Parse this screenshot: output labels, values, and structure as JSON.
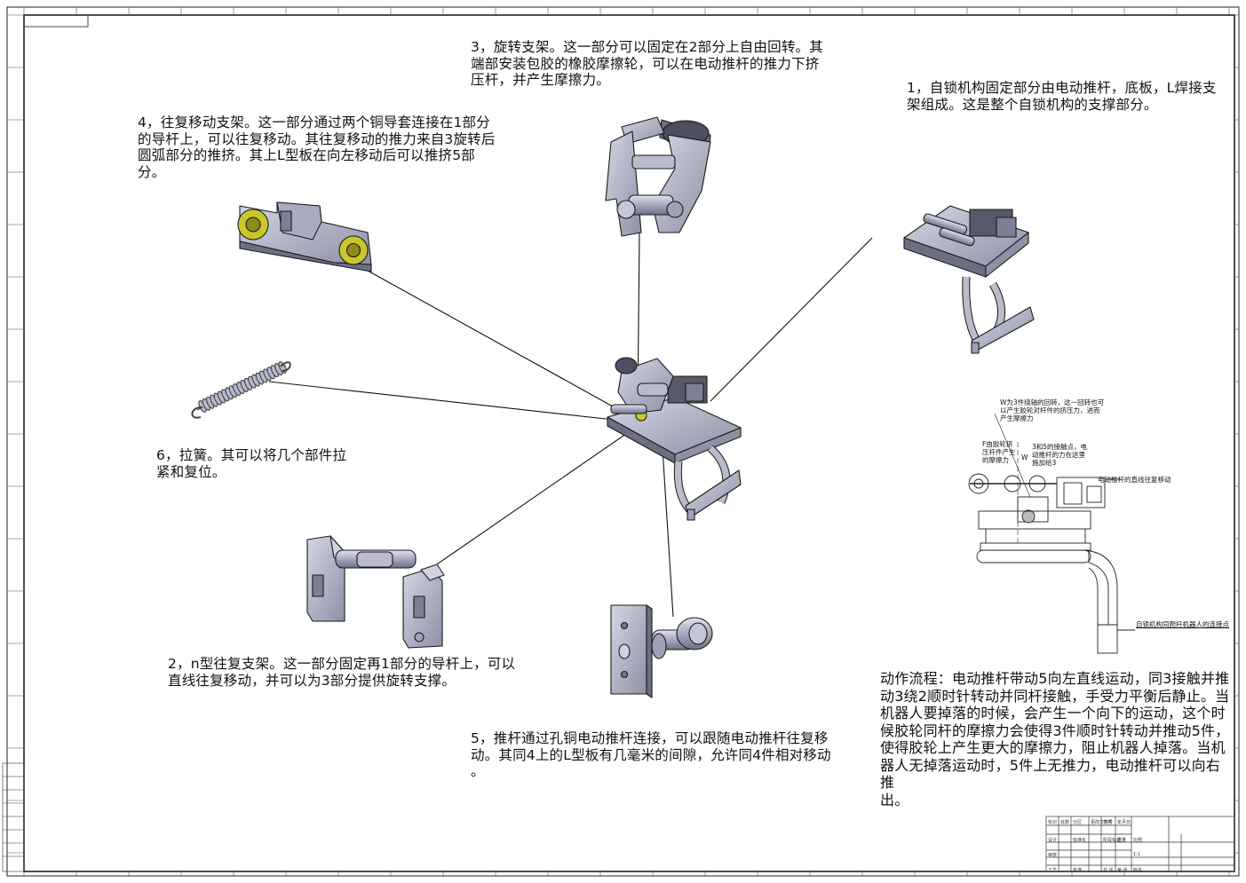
{
  "notes": {
    "note1": "1，自锁机构固定部分由电动推杆，底板，L焊接支\n架组成。这是整个自锁机构的支撑部分。",
    "note2": "2，n型往复支架。这一部分固定再1部分的导杆上，可以\n直线往复移动，并可以为3部分提供旋转支撑。",
    "note3": "3，旋转支架。这一部分可以固定在2部分上自由回转。其\n端部安装包胶的橡胶摩擦轮，可以在电动推杆的推力下挤\n压杆，并产生摩擦力。",
    "note4": "4，往复移动支架。这一部分通过两个铜导套连接在1部分\n的导杆上，可以往复移动。其往复移动的推力来自3旋转后\n圆弧部分的推挤。其上L型板在向左移动后可以推挤5部分。",
    "note5": "5，推杆通过孔铜电动推杆连接，可以跟随电动推杆往复移\n动。其同4上的L型板有几毫米的间隙，允许同4件相对移动\n。",
    "note6": "6，拉簧。其可以将几个部件拉\n紧和复位。",
    "process": "动作流程：电动推杆带动5向左直线运动，同3接触并推\n动3绕2顺时针转动并同杆接触，手受力平衡后静止。当\n机器人要掉落的时候，会产生一个向下的运动，这个时\n候胶轮同杆的摩擦力会使得3件顺时针转动并推动5件，\n使得胶轮上产生更大的摩擦力，阻止机器人掉落。当机\n器人无掉落运动时，5件上无推力，电动推杆可以向右推\n出。"
  },
  "section_labels": {
    "top": "W为3件绕轴的回转，这一回转也可\n以产生胶轮对杆件的挤压力，进而\n产生摩擦力",
    "left": "F由胶轮挤\n压杆件产生\n的摩擦力",
    "mid": "3和5的接触点，电\n动推杆的力在这里\n施加给3",
    "w": "W",
    "right": "电动推杆的直线往复移动",
    "bottom": "自锁机构同爬杆机器人的连接点"
  },
  "title_block": {
    "r1": [
      "标记",
      "处数",
      "分区",
      "更改文件号",
      "签名",
      "年月日"
    ],
    "r2": [
      "设计",
      "",
      "标准化",
      "",
      "阶段标记",
      "重量",
      "比例"
    ],
    "r3": [
      "审核",
      "",
      "",
      "",
      "",
      "",
      "1:1"
    ],
    "r4": [
      "工艺",
      "",
      "批准",
      "",
      "共 张",
      "第 张",
      "版本"
    ]
  },
  "colors": {
    "part_face": "#a9acc0",
    "part_light": "#cfd2e0",
    "part_dark": "#6c6f82",
    "outline": "#1a1a1a",
    "bushing": "#c9c82a"
  }
}
